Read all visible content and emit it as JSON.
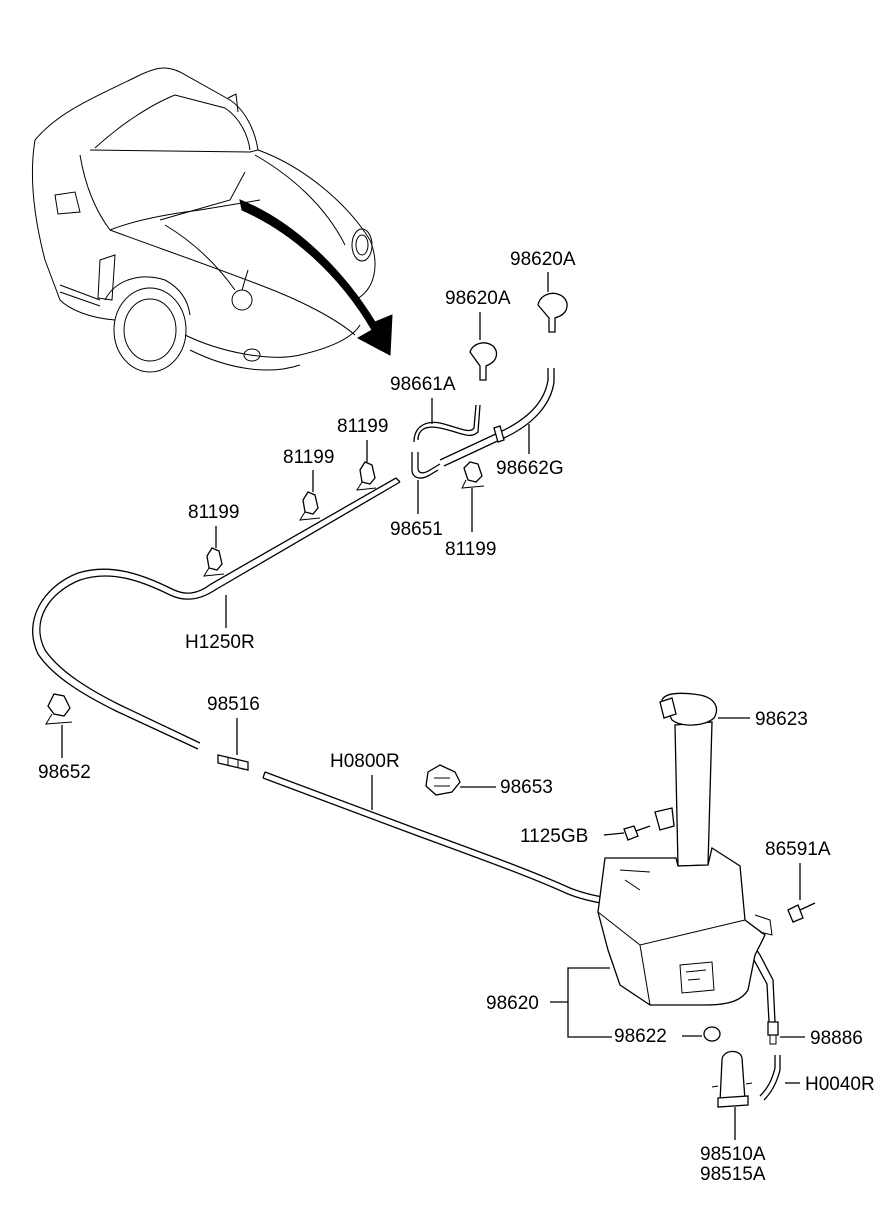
{
  "labels": {
    "nozzle_right": "98620A",
    "nozzle_left": "98620A",
    "hose_98661a": "98661A",
    "hose_98662g": "98662G",
    "clip_a": "81199",
    "clip_b": "81199",
    "clip_c": "81199",
    "clip_d": "81199",
    "connector_98651": "98651",
    "hose_h1250r": "H1250R",
    "clip_98652": "98652",
    "connector_98516": "98516",
    "hose_h0800r": "H0800R",
    "clip_98653": "98653",
    "bolt_1125gb": "1125GB",
    "cap_98623": "98623",
    "bolt_86591a": "86591A",
    "reservoir_98620": "98620",
    "grommet_98622": "98622",
    "valve_98886": "98886",
    "hose_h0040r": "H0040R",
    "pump_98510a": "98510A",
    "pump_98515a": "98515A"
  }
}
